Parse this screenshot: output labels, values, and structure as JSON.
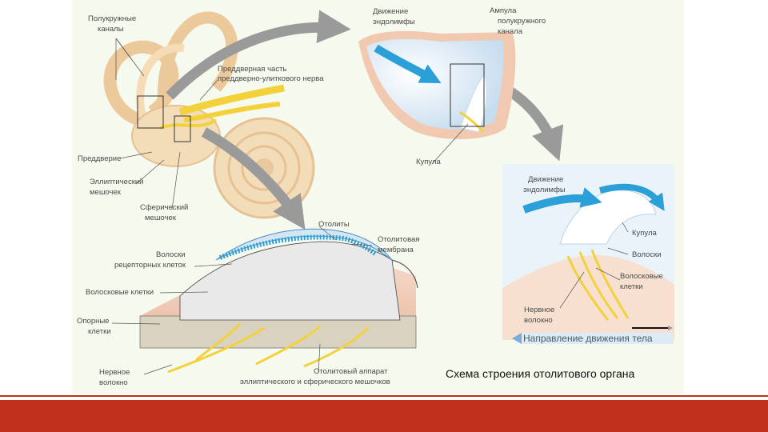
{
  "colors": {
    "panel_bg": "#f6f9ee",
    "bone": "#f3dcb8",
    "nerve": "#f2d13a",
    "endolymph_arrow": "#2a9fd8",
    "process_arrow": "#9a9a9a",
    "membrane": "#cfe3f2",
    "accent_bar": "#c0301c"
  },
  "labels": {
    "semicircular_canals": [
      "Полукружные",
      "каналы"
    ],
    "vestibular_nerve": [
      "Преддверная часть",
      "преддверно-улиткового нерва"
    ],
    "vestibule": "Преддверие",
    "utricle": [
      "Эллиптический",
      "мешочек"
    ],
    "saccule": [
      "Сферический",
      "мешочек"
    ],
    "endolymph_movement_1": [
      "Движение",
      "эндолимфы"
    ],
    "ampulla": [
      "Ампула",
      "полукружного",
      "канала"
    ],
    "cupula_1": "Купула",
    "endolymph_movement_2": [
      "Движение",
      "эндолимфы"
    ],
    "cupula_2": "Купула",
    "hairs": "Волоски",
    "hair_cells_2": [
      "Волосковые",
      "клетки"
    ],
    "nerve_fiber_2": [
      "Нервное",
      "волокно"
    ],
    "body_direction": "Направление движения тела",
    "otoliths": "Отолиты",
    "otolith_membrane": [
      "Отолитовая",
      "мембрана"
    ],
    "receptor_hairs": [
      "Волоски",
      "рецепторных клеток"
    ],
    "hair_cells_1": "Волосковые клетки",
    "supporting_cells": [
      "Опорные",
      "клетки"
    ],
    "nerve_fiber_1": [
      "Нервное",
      "волокно"
    ],
    "otolith_apparatus": [
      "Отолитовый аппарат",
      "эллиптического и сферического мешочков"
    ]
  },
  "caption": "Схема строения отолитового органа"
}
